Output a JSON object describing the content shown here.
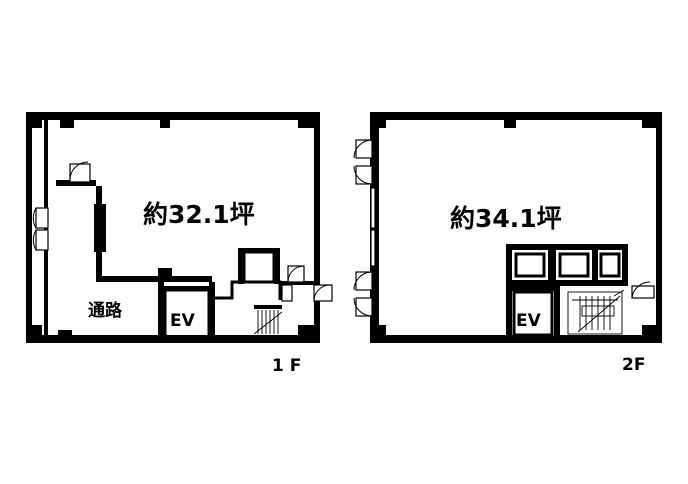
{
  "floor_1": {
    "area_label": "約32.1坪",
    "corridor_label": "通路",
    "elevator_label": "EV",
    "floor_label": "1 F"
  },
  "floor_2": {
    "area_label": "約34.1坪",
    "elevator_label": "EV",
    "floor_label": "2F"
  },
  "colors": {
    "wall": "#000000",
    "background": "#ffffff"
  }
}
